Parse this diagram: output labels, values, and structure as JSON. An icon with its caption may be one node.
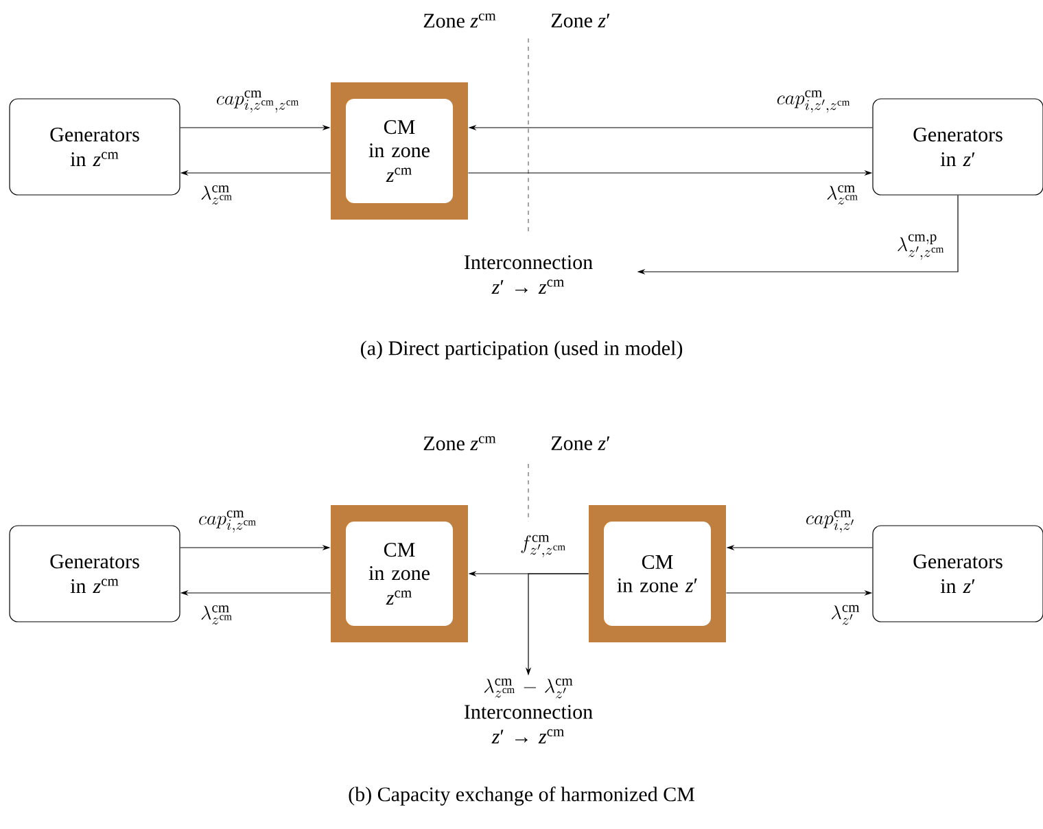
{
  "diagram": {
    "nodes": [
      {
        "text": [
          "Generators in *z*$^{cm}$"
        ]
      },
      {
        "text": [
          "CM",
          "in zone *z*$^{cm}$"
        ]
      },
      {
        "text": [
          "Generators in *z*′"
        ]
      },
      {
        "text": [
          "Interconnection *z*′ → *z*$^{cm}$"
        ]
      },
      {
        "text": [
          "Generators in *z*$^{cm}$"
        ]
      },
      {
        "text": [
          "CM",
          "in zone *z*$^{cm}$"
        ]
      },
      {
        "text": [
          "CM",
          "in zone *z*′"
        ]
      },
      {
        "text": [
          "Generators in *z*′"
        ]
      },
      {
        "text": [
          "\\lambda^{\\mathrm{cm}}_{z^{\\mathrm{cm}}} - \\lambda^{\\mathrm{cm}}_{z'}",
          "Interconnection *z*′ → *z*$^{cm}$"
        ]
      }
    ],
    "edges": [
      {
        "from": 0,
        "to": 1,
        "arrow": "to",
        "label": "cap^{\\mathrm{cm}}_{i,z^{\\mathrm{cm}},z^{\\mathrm{cm}}}"
      },
      {
        "from": 1,
        "to": 0,
        "arrow": "to",
        "label": "\\lambda^{\\mathrm{cm}}_{z^{\\mathrm{cm}}}"
      },
      {
        "from": 2,
        "to": 1,
        "arrow": "to",
        "label": "cap^{\\mathrm{cm}}_{i,z',z^{\\mathrm{cm}}}"
      },
      {
        "from": 1,
        "to": 2,
        "arrow": "to",
        "label": "\\lambda^{\\mathrm{cm}}_{z^{\\mathrm{cm}}}"
      },
      {
        "from": 2,
        "to": 3,
        "arrow": "to",
        "label": "\\lambda^{\\mathrm{cm,p}}_{z',z^{\\mathrm{cm}}}"
      },
      {
        "from": 4,
        "to": 5,
        "arrow": "to",
        "label": "cap^{\\mathrm{cm}}_{i,z^{\\mathrm{cm}}}"
      },
      {
        "from": 5,
        "to": 4,
        "arrow": "to",
        "label": "\\lambda^{\\mathrm{cm}}_{z^{\\mathrm{cm}}}"
      },
      {
        "from": 7,
        "to": 6,
        "arrow": "to",
        "label": "cap^{\\mathrm{cm}}_{i,z'}"
      },
      {
        "from": 6,
        "to": 7,
        "arrow": "to",
        "label": "\\lambda^{\\mathrm{cm}}_{z'}"
      },
      {
        "from": 6,
        "to": 5,
        "arrow": "to",
        "label": "f^{\\mathrm{cm}}_{z',z^{\\mathrm{cm}}}"
      },
      {
        "from": 6,
        "to": 8,
        "arrow": "to"
      }
    ],
    "labels": [
      "Zone *z*$^{cm}$",
      "Zone *z*′",
      "(a) Direct participation (used in model)",
      "Zone *z*$^{cm}$",
      "Zone *z*′",
      "(b) Capacity exchange of harmonized CM"
    ]
  }
}
